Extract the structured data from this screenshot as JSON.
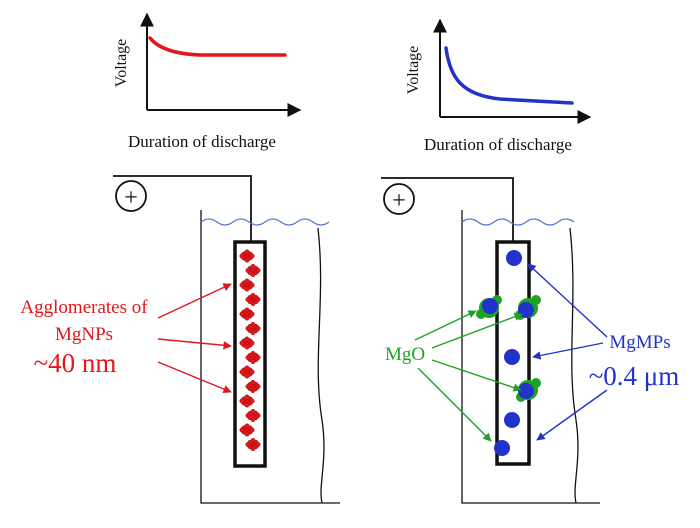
{
  "colors": {
    "red": "#e3171b",
    "blue": "#2233cc",
    "green": "#1fa324",
    "wave": "#5577cc",
    "ink": "#111111"
  },
  "left_panel": {
    "plot": {
      "ylabel": "Voltage",
      "xlabel": "Duration of discharge",
      "curve_color": "red",
      "curve_shape": "slight initial drop then flat plateau"
    },
    "terminal_symbol": "+",
    "label_lines": [
      "Agglomerates of",
      "MgNPs",
      "~40 nm"
    ],
    "particle_icon": "red-nanoparticle-cluster-icon"
  },
  "right_panel": {
    "plot": {
      "ylabel": "Voltage",
      "xlabel": "Duration of discharge",
      "curve_color": "blue",
      "curve_shape": "steep initial drop then low plateau"
    },
    "terminal_symbol": "+",
    "oxide_label": "MgO",
    "particle_label_lines": [
      "MgMPs",
      "~0.4 μm"
    ],
    "particle_icon": "blue-microparticle-icon",
    "oxide_icon": "green-mgo-shell-icon"
  }
}
